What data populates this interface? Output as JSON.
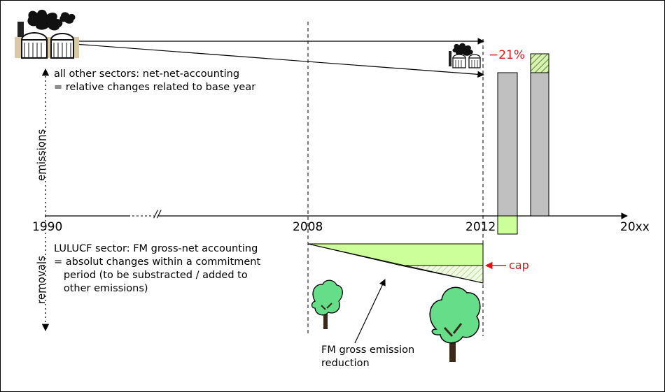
{
  "axis": {
    "years": [
      "1990",
      "2008",
      "2012",
      "20xx"
    ],
    "break_mark": "//"
  },
  "labels": {
    "emissions": "emissions",
    "removals": "removals"
  },
  "notes": {
    "other_sectors": "all other sectors: net-net-accounting\n= relative changes related to base year",
    "lulucf": "LULUCF sector: FM gross-net accounting\n= absolut changes within a commitment\n   period (to be substracted / added to\n   other emissions)",
    "fm_reduction": "FM gross emission\nreduction"
  },
  "callouts": {
    "reduction_pct": "−21%",
    "cap": "cap"
  },
  "colors": {
    "bar_gray": "#c0c0c0",
    "lime": "#ccff99",
    "hatch_green": "#5e8a2e",
    "tree_green": "#66dd88",
    "red": "#d81818"
  }
}
